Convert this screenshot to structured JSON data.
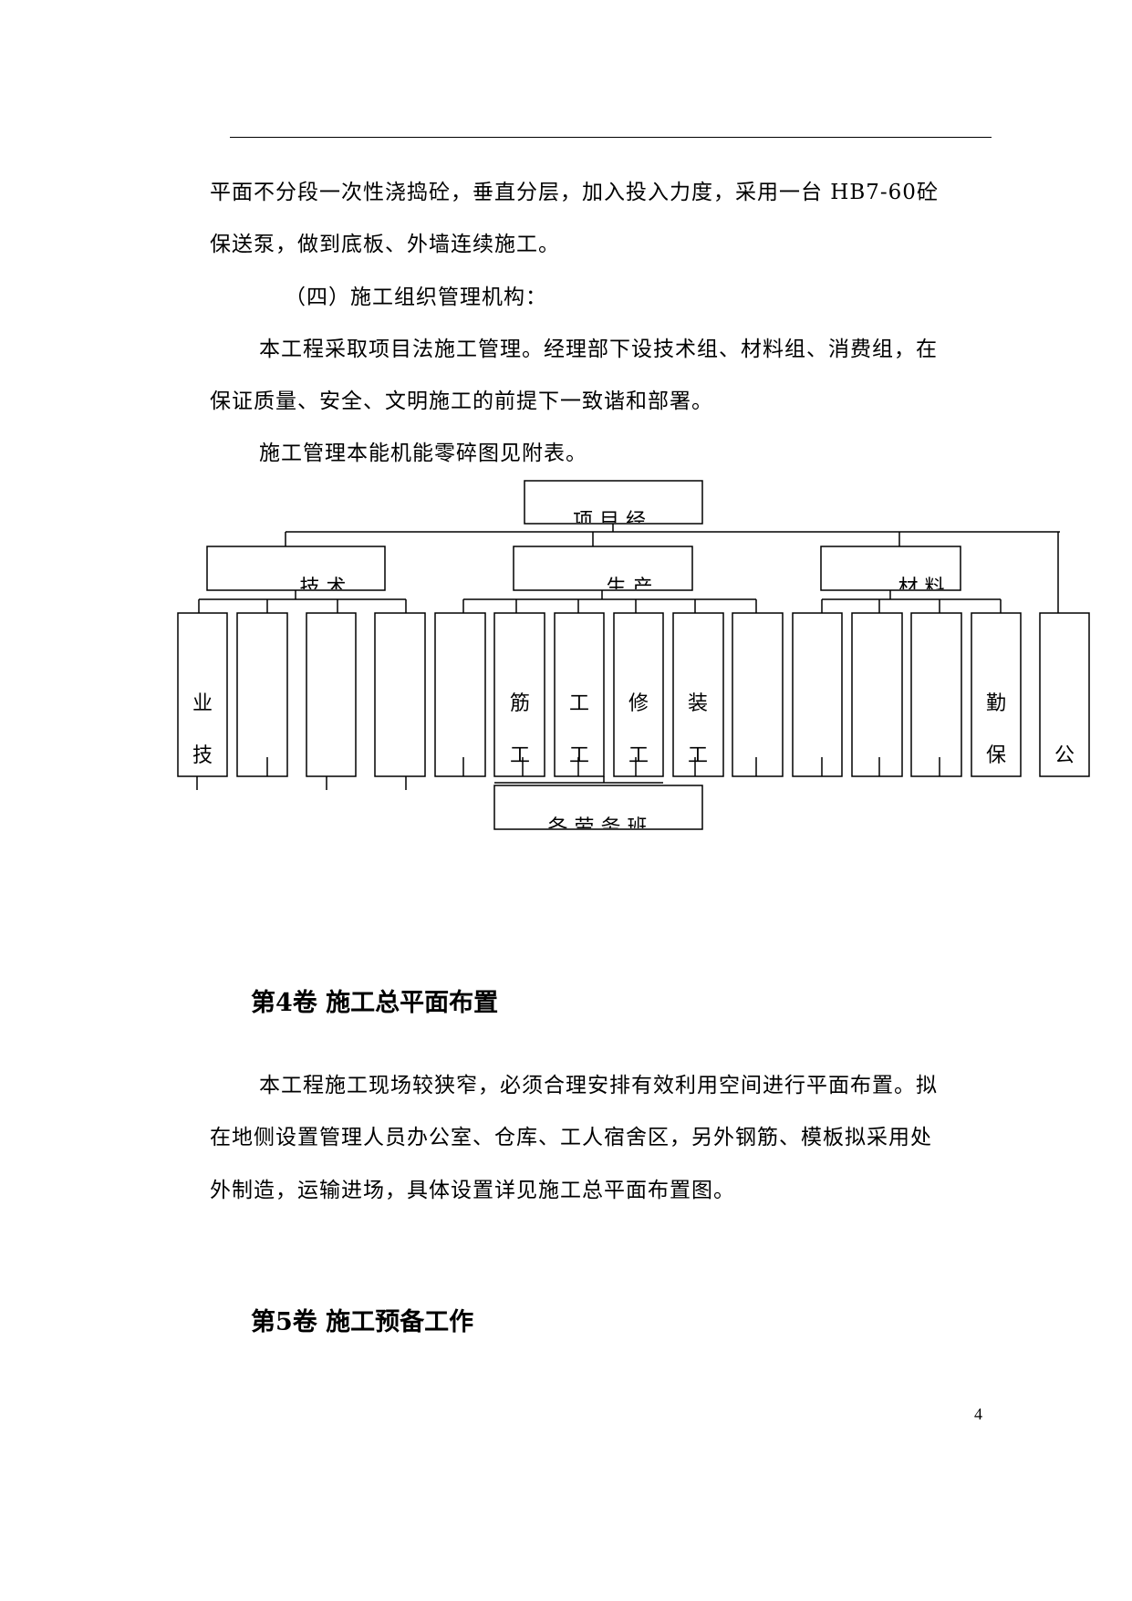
{
  "doc": {
    "para1_line1": "平面不分段一次性浇捣砼，垂直分层，加入投入力度，采用一台 HB7-60砼",
    "para1_line2": "保送泵，做到底板、外墙连续施工。",
    "subheading4": "（四）施工组织管理机构：",
    "para2_line1": "本工程采取项目法施工管理。经理部下设技术组、材料组、消费组，在",
    "para2_line2": "保证质量、安全、文明施工的前提下一致谐和部署。",
    "para3": "施工管理本能机能零碎图见附表。",
    "heading4": "第4卷 施工总平面布置",
    "para4_line1": "本工程施工现场较狭窄，必须合理安排有效利用空间进行平面布置。拟",
    "para4_line2": "在地侧设置管理人员办公室、仓库、工人宿舍区，另外钢筋、模板拟采用处",
    "para4_line3": "外制造，运输进场，具体设置详见施工总平面布置图。",
    "heading5": "第5卷 施工预备工作",
    "page_number": "4"
  },
  "org_chart": {
    "top": "项 目 经",
    "groups": [
      "技 术",
      "生 产",
      "材 料"
    ],
    "bottom": "各 劳 务 班",
    "leaves": [
      {
        "l1": "业",
        "l2": "技"
      },
      {
        "l1": "",
        "l2": ""
      },
      {
        "l1": "",
        "l2": ""
      },
      {
        "l1": "",
        "l2": ""
      },
      {
        "l1": "",
        "l2": ""
      },
      {
        "l1": "筋",
        "l2": "工"
      },
      {
        "l1": "工",
        "l2": "工"
      },
      {
        "l1": "修",
        "l2": "工"
      },
      {
        "l1": "装",
        "l2": "工"
      },
      {
        "l1": "",
        "l2": ""
      },
      {
        "l1": "",
        "l2": ""
      },
      {
        "l1": "",
        "l2": ""
      },
      {
        "l1": "",
        "l2": ""
      },
      {
        "l1": "勤",
        "l2": "保"
      },
      {
        "l1": "",
        "l2": "公"
      }
    ]
  }
}
